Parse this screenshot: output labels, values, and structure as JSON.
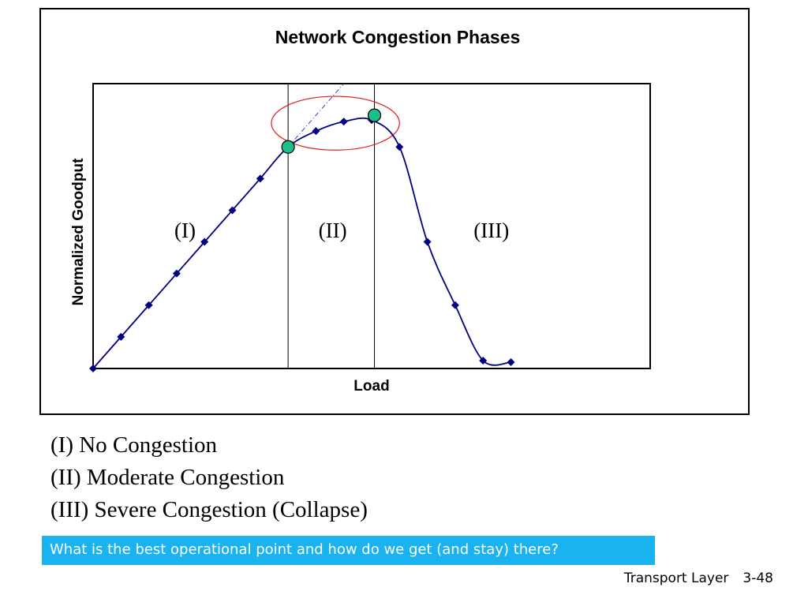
{
  "chart_data": {
    "type": "line",
    "title": "Network Congestion Phases",
    "xlabel": "Load",
    "ylabel": "Normalized Goodput",
    "x": [
      0,
      1,
      2,
      3,
      4,
      5,
      6,
      7,
      8,
      9,
      10,
      11,
      12,
      13,
      14,
      15
    ],
    "series": [
      {
        "values": [
          0,
          1,
          2,
          3,
          4,
          5,
          6,
          7,
          7.5,
          7.8,
          7.85,
          7.0,
          4.0,
          2.0,
          0.25,
          0.2
        ]
      }
    ],
    "xlim": [
      0,
      20
    ],
    "ylim": [
      0,
      9
    ],
    "grid": false,
    "region_boundaries": [
      7,
      10.1
    ],
    "regions": [
      {
        "label": "(I)",
        "center_x": 3.3
      },
      {
        "label": "(II)",
        "center_x": 8.6
      },
      {
        "label": "(III)",
        "center_x": 14.3
      }
    ],
    "highlighted_points": [
      {
        "x": 7,
        "y": 7
      },
      {
        "x": 10.1,
        "y": 8.0
      }
    ],
    "reference_line": {
      "from": {
        "x": 7,
        "y": 7
      },
      "to": {
        "x": 9,
        "y": 9
      },
      "style": "dash-dot"
    },
    "highlight_ellipse": {
      "cx": 8.7,
      "cy": 7.75,
      "rx": 2.3,
      "ry": 0.85
    },
    "colors": {
      "line": "#000080",
      "marker": "#000080",
      "highlight_fill": "#1abf8a",
      "ellipse": "#e21b1b",
      "reference": "#1f3fc4"
    }
  },
  "legend": [
    "(I) No Congestion",
    "(II) Moderate Congestion",
    "(III) Severe Congestion (Collapse)"
  ],
  "banner": {
    "text": "What is the best operational point and how do we get (and stay) there?",
    "background": "#1ab2ef"
  },
  "footer": {
    "section": "Transport Layer",
    "page": "3-48"
  }
}
